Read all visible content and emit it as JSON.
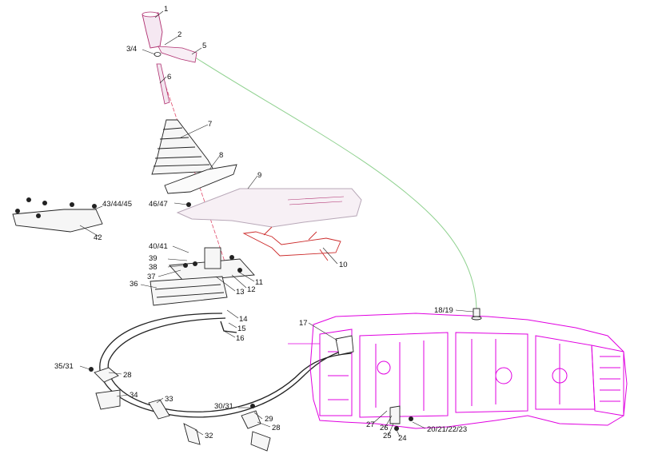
{
  "colors": {
    "background": "#ffffff",
    "line_art": "#222222",
    "harness_line": "#8fd18f",
    "guide_line": "#e04a6a",
    "transmission": "#e000e0",
    "bracket": "#cc2a2a",
    "lever": "#b03070"
  },
  "labels": {
    "l1": "1",
    "l2": "2",
    "l3_4": "3/4",
    "l5": "5",
    "l6": "6",
    "l7": "7",
    "l8": "8",
    "l9": "9",
    "l10": "10",
    "l11": "11",
    "l12": "12",
    "l13": "13",
    "l14": "14",
    "l15": "15",
    "l16": "16",
    "l17": "17",
    "l18_19": "18/19",
    "l20_23": "20/21/22/23",
    "l24": "24",
    "l25": "25",
    "l26": "26",
    "l27": "27",
    "l28a": "28",
    "l28b": "28",
    "l29": "29",
    "l30_31": "30/31",
    "l32": "32",
    "l33": "33",
    "l34": "34",
    "l35_31": "35/31",
    "l36": "36",
    "l37": "37",
    "l38": "38",
    "l39": "39",
    "l40_41": "40/41",
    "l42": "42",
    "l43_45": "43/44/45",
    "l46_47": "46/47"
  }
}
